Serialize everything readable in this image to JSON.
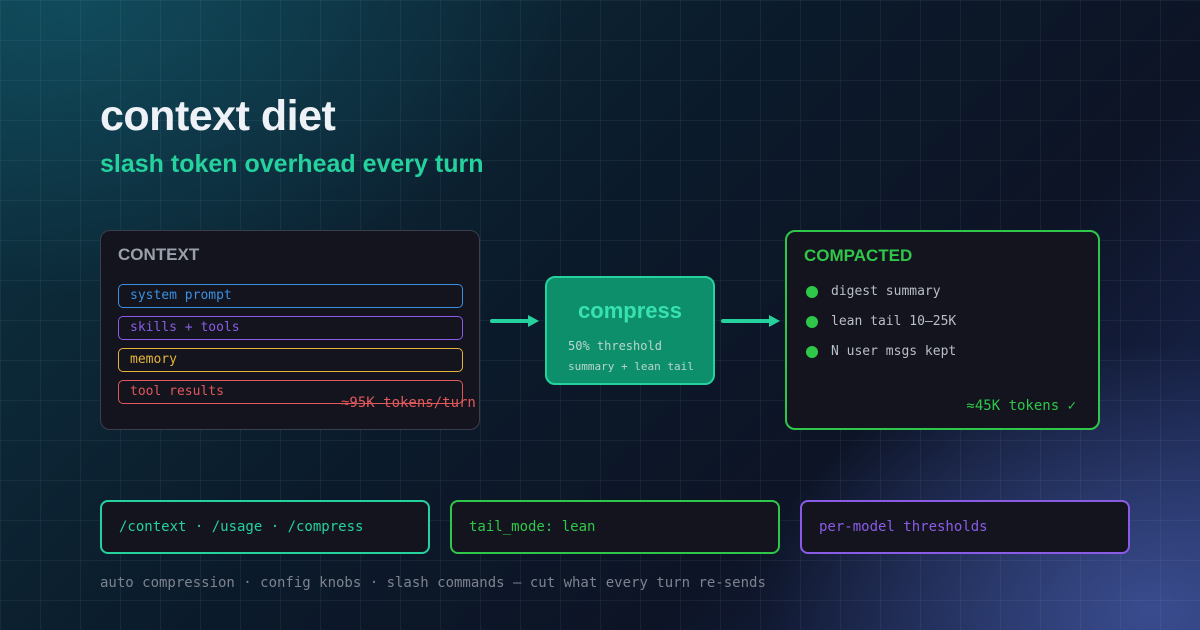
{
  "header": {
    "title": "context diet",
    "subtitle": "slash token overhead every turn"
  },
  "context_card": {
    "heading": "CONTEXT",
    "items": [
      {
        "label": "system prompt",
        "color": "#3a8fe0"
      },
      {
        "label": "skills + tools",
        "color": "#8a5ce6"
      },
      {
        "label": "memory",
        "color": "#e6b43a"
      },
      {
        "label": "tool results",
        "color": "#e0585b"
      }
    ],
    "tokens": "≈95K tokens/turn"
  },
  "compress_box": {
    "heading": "compress",
    "line1": "50% threshold",
    "line2": "summary + lean tail"
  },
  "compacted_card": {
    "heading": "COMPACTED",
    "items": [
      "digest summary",
      "lean tail 10–25K",
      "N user msgs kept"
    ],
    "tokens": "≈45K tokens ✓"
  },
  "pills": [
    {
      "label": "/context · /usage · /compress",
      "color": "#25d19c"
    },
    {
      "label": "tail_mode: lean",
      "color": "#2fc74a"
    },
    {
      "label": "per-model thresholds",
      "color": "#8a5ce6"
    }
  ],
  "footer": "auto compression · config knobs · slash commands — cut what every turn re-sends",
  "colors": {
    "accent": "#25d19c",
    "compacted": "#2fc74a"
  }
}
